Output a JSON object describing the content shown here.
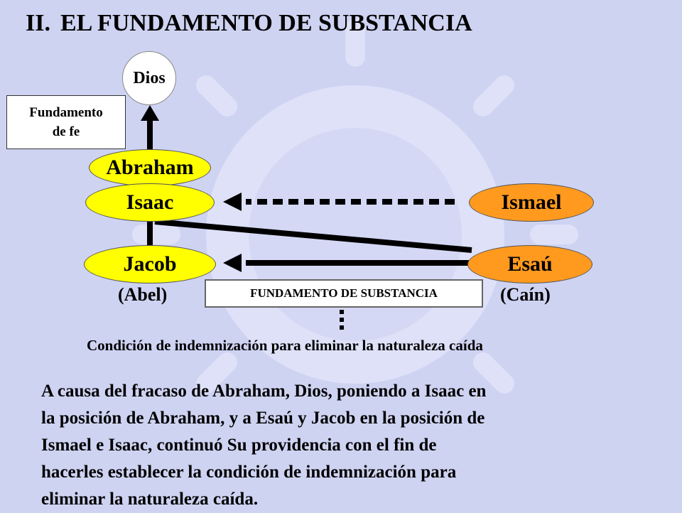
{
  "title": {
    "number": "II.",
    "text": "EL FUNDAMENTO DE SUBSTANCIA"
  },
  "nodes": {
    "dios": "Dios",
    "abraham": "Abraham",
    "isaac": "Isaac",
    "jacob": "Jacob",
    "ismael": "Ismael",
    "esau": "Esaú"
  },
  "labels": {
    "fundamento_fe_line1": "Fundamento",
    "fundamento_fe_line2": "de fe",
    "abel": "(Abel)",
    "cain": "(Caín)",
    "fundamento_substancia": "FUNDAMENTO DE SUBSTANCIA",
    "condicion": "Condición de indemnización para eliminar la naturaleza caída"
  },
  "paragraph": [
    "A causa del fracaso de Abraham, Dios, poniendo a Isaac en",
    "la posición de Abraham, y a Esaú y Jacob en la posición de",
    "Ismael e Isaac, continuó Su providencia con el fin de",
    "hacerles establecer la condición de indemnización para",
    "eliminar la naturaleza caída."
  ],
  "colors": {
    "background": "#cfd3f2",
    "yellow_node": "#ffff00",
    "orange_node": "#ff9a1f"
  }
}
